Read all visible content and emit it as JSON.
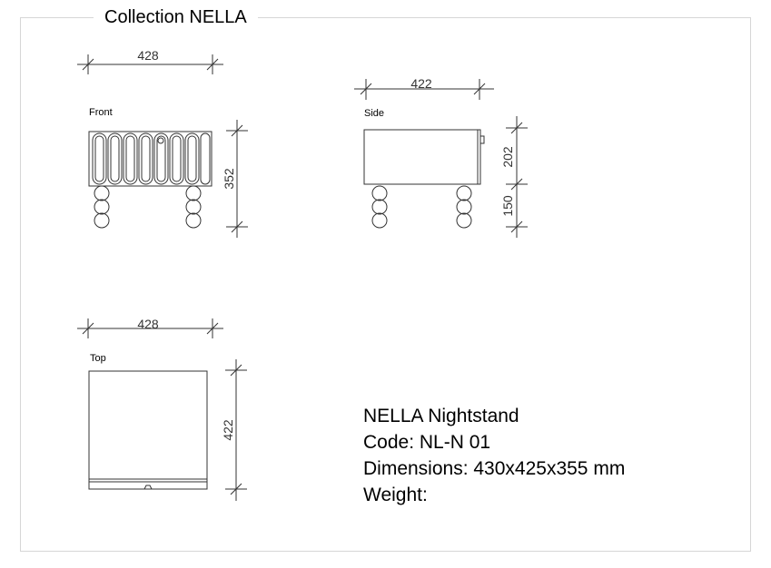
{
  "header": {
    "title": "Collection NELLA"
  },
  "views": {
    "front": {
      "label": "Front",
      "width_dim": "428",
      "height_dim": "352"
    },
    "side": {
      "label": "Side",
      "width_dim": "422",
      "upper_dim": "202",
      "lower_dim": "150"
    },
    "top": {
      "label": "Top",
      "width_dim": "428",
      "depth_dim": "422"
    }
  },
  "product": {
    "name": "NELLA Nightstand",
    "code": "Code: NL-N 01",
    "dimensions": "Dimensions: 430x425x355 mm",
    "weight": "Weight:"
  }
}
